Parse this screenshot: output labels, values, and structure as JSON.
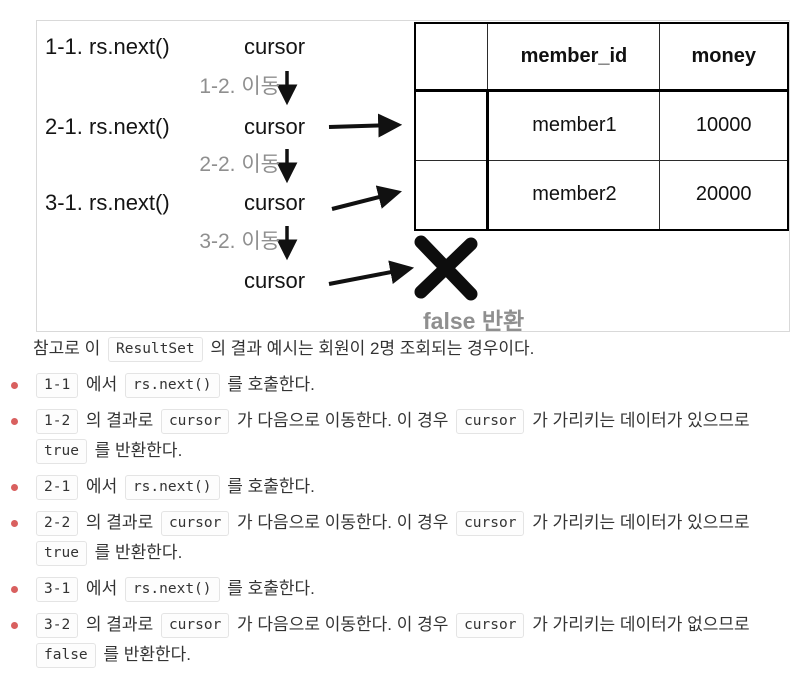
{
  "colors": {
    "bullet": "#d9605f",
    "muted": "#8f8f8f",
    "diagram_border": "#d9d9d9"
  },
  "diagram": {
    "rows": [
      {
        "call": "1-1. rs.next()",
        "cursor_label": "cursor",
        "move_label": "1-2. 이동"
      },
      {
        "call": "2-1. rs.next()",
        "cursor_label": "cursor",
        "move_label": "2-2. 이동"
      },
      {
        "call": "3-1. rs.next()",
        "cursor_label": "cursor",
        "move_label": "3-2. 이동"
      }
    ],
    "final_cursor_label": "cursor",
    "false_label": "false 반환",
    "table": {
      "headers": [
        "",
        "member_id",
        "money"
      ],
      "rows": [
        [
          "",
          "member1",
          "10000"
        ],
        [
          "",
          "member2",
          "20000"
        ]
      ]
    }
  },
  "content": {
    "intro_segments": [
      {
        "type": "text",
        "value": "참고로 이 "
      },
      {
        "type": "code",
        "value": "ResultSet"
      },
      {
        "type": "text",
        "value": " 의 결과 예시는 회원이 2명 조회되는 경우이다."
      }
    ],
    "bullets": [
      {
        "segments": [
          {
            "type": "code",
            "value": "1-1"
          },
          {
            "type": "text",
            "value": " 에서 "
          },
          {
            "type": "code",
            "value": "rs.next()"
          },
          {
            "type": "text",
            "value": " 를 호출한다."
          }
        ]
      },
      {
        "segments": [
          {
            "type": "code",
            "value": "1-2"
          },
          {
            "type": "text",
            "value": " 의 결과로 "
          },
          {
            "type": "code",
            "value": "cursor"
          },
          {
            "type": "text",
            "value": " 가 다음으로 이동한다. 이 경우 "
          },
          {
            "type": "code",
            "value": "cursor"
          },
          {
            "type": "text",
            "value": " 가 가리키는 데이터가 있으므로 "
          },
          {
            "type": "code",
            "value": "true"
          },
          {
            "type": "text",
            "value": " 를 반환한다."
          }
        ]
      },
      {
        "segments": [
          {
            "type": "code",
            "value": "2-1"
          },
          {
            "type": "text",
            "value": " 에서 "
          },
          {
            "type": "code",
            "value": "rs.next()"
          },
          {
            "type": "text",
            "value": " 를 호출한다."
          }
        ]
      },
      {
        "segments": [
          {
            "type": "code",
            "value": "2-2"
          },
          {
            "type": "text",
            "value": " 의 결과로 "
          },
          {
            "type": "code",
            "value": "cursor"
          },
          {
            "type": "text",
            "value": " 가 다음으로 이동한다. 이 경우 "
          },
          {
            "type": "code",
            "value": "cursor"
          },
          {
            "type": "text",
            "value": " 가 가리키는 데이터가 있으므로 "
          },
          {
            "type": "code",
            "value": "true"
          },
          {
            "type": "text",
            "value": " 를 반환한다."
          }
        ]
      },
      {
        "segments": [
          {
            "type": "code",
            "value": "3-1"
          },
          {
            "type": "text",
            "value": " 에서 "
          },
          {
            "type": "code",
            "value": "rs.next()"
          },
          {
            "type": "text",
            "value": " 를 호출한다."
          }
        ]
      },
      {
        "segments": [
          {
            "type": "code",
            "value": "3-2"
          },
          {
            "type": "text",
            "value": " 의 결과로 "
          },
          {
            "type": "code",
            "value": "cursor"
          },
          {
            "type": "text",
            "value": " 가 다음으로 이동한다. 이 경우 "
          },
          {
            "type": "code",
            "value": "cursor"
          },
          {
            "type": "text",
            "value": " 가 가리키는 데이터가 없으므로 "
          },
          {
            "type": "code",
            "value": "false"
          },
          {
            "type": "text",
            "value": " 를 반환한다."
          }
        ]
      }
    ]
  }
}
